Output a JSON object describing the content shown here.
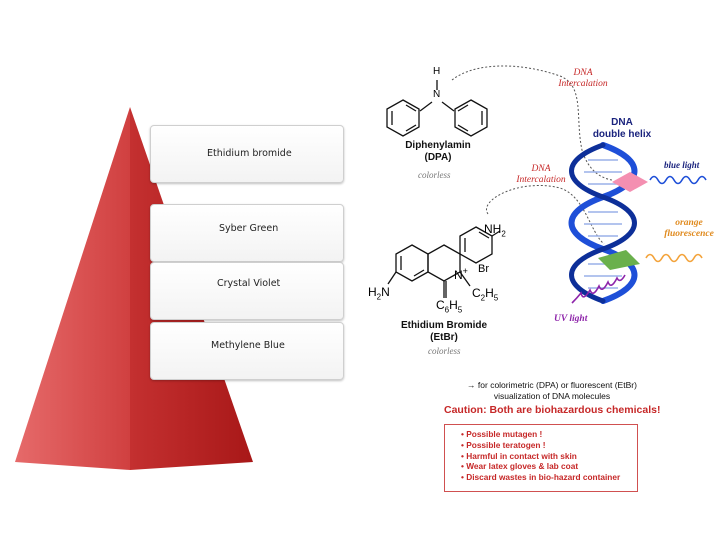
{
  "pyramid": {
    "tiers": [
      {
        "label": "Ethidium bromide"
      },
      {
        "label": "Syber Green"
      },
      {
        "label": "Crystal Violet"
      },
      {
        "label": "Methylene Blue"
      }
    ],
    "colors": {
      "light": "#e05252",
      "dark": "#b22020"
    }
  },
  "diagram": {
    "dpa": {
      "atom_h": "H",
      "atom_n": "N",
      "name_line1": "Diphenylamin",
      "name_line2": "(DPA)",
      "note": "colorless"
    },
    "etbr": {
      "nh2_right": "NH",
      "nh2_right_sub": "2",
      "h2n_left_sub": "2",
      "h2n_left_pre": "H",
      "h2n_left_post": "N",
      "n_plus": "N",
      "plus": "+",
      "br": "Br",
      "c2h5": "C",
      "c2h5_sub1": "2",
      "c2h5_h": "H",
      "c2h5_sub2": "5",
      "c6h5": "C",
      "c6h5_sub1": "6",
      "c6h5_h": "H",
      "c6h5_sub2": "5",
      "name_line1": "Ethidium Bromide",
      "name_line2": "(EtBr)",
      "note": "colorless"
    },
    "intercalation_top_l1": "DNA",
    "intercalation_top_l2": "Intercalation",
    "intercalation_mid_l1": "DNA",
    "intercalation_mid_l2": "Intercalation",
    "dna_label_l1": "DNA",
    "dna_label_l2": "double helix",
    "blue_light": "blue light",
    "orange_l1": "orange",
    "orange_l2": "fluorescence",
    "uv_light": "UV light",
    "visualization_l1": "→ for colorimetric (DPA) or fluorescent (EtBr)",
    "visualization_l2": "visualization of DNA molecules",
    "caution_title": "Caution: Both are biohazardous chemicals!",
    "caution_items": [
      "Possible mutagen !",
      "Possible teratogen !",
      "Harmful in contact with skin",
      "Wear latex gloves & lab coat",
      "Discard wastes in bio-hazard container"
    ],
    "colors": {
      "helix_blue": "#1e4fd8",
      "helix_dark": "#0d2f99",
      "label_red": "#c62828",
      "label_navy": "#1a237e",
      "pink": "#f48fb1",
      "green": "#6ab04c",
      "orange": "#f3a33b",
      "purple": "#8e24aa"
    }
  }
}
